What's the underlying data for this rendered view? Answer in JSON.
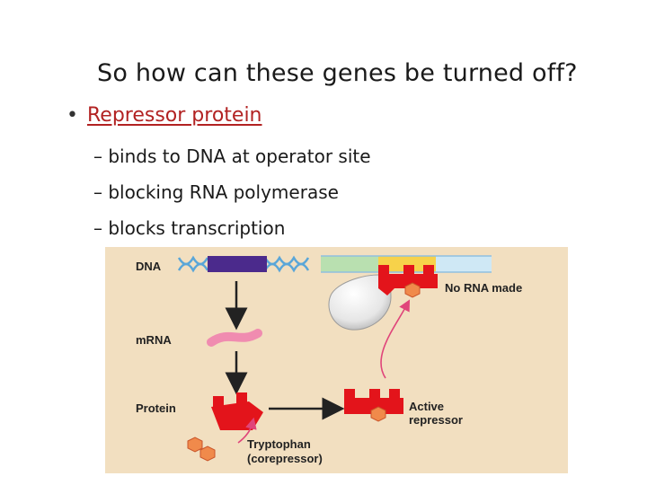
{
  "slide": {
    "title": "So how can these genes be turned off?",
    "bullet_mark": "•",
    "bullet": "Repressor protein",
    "subpoints": [
      "– binds to DNA at operator site",
      "– blocking RNA polymerase",
      "– blocks transcription"
    ]
  },
  "figure": {
    "labels": {
      "dna": "DNA",
      "mrna": "mRNA",
      "protein": "Protein",
      "no_rna": "No RNA made",
      "active_line1": "Active",
      "active_line2": "repressor",
      "trp_line1": "Tryptophan",
      "trp_line2": "(corepressor)"
    },
    "colors": {
      "background": "#f2dfc0",
      "repressor": "#e3141b",
      "tryptophan": "#f08a4b",
      "mrna": "#f08cb0",
      "gene_block": "#4b2a8c",
      "promoter": "#b9e0b0",
      "operator": "#f7d24a",
      "downstream": "#cfe8f5",
      "arrow_pink": "#e0457a"
    }
  }
}
